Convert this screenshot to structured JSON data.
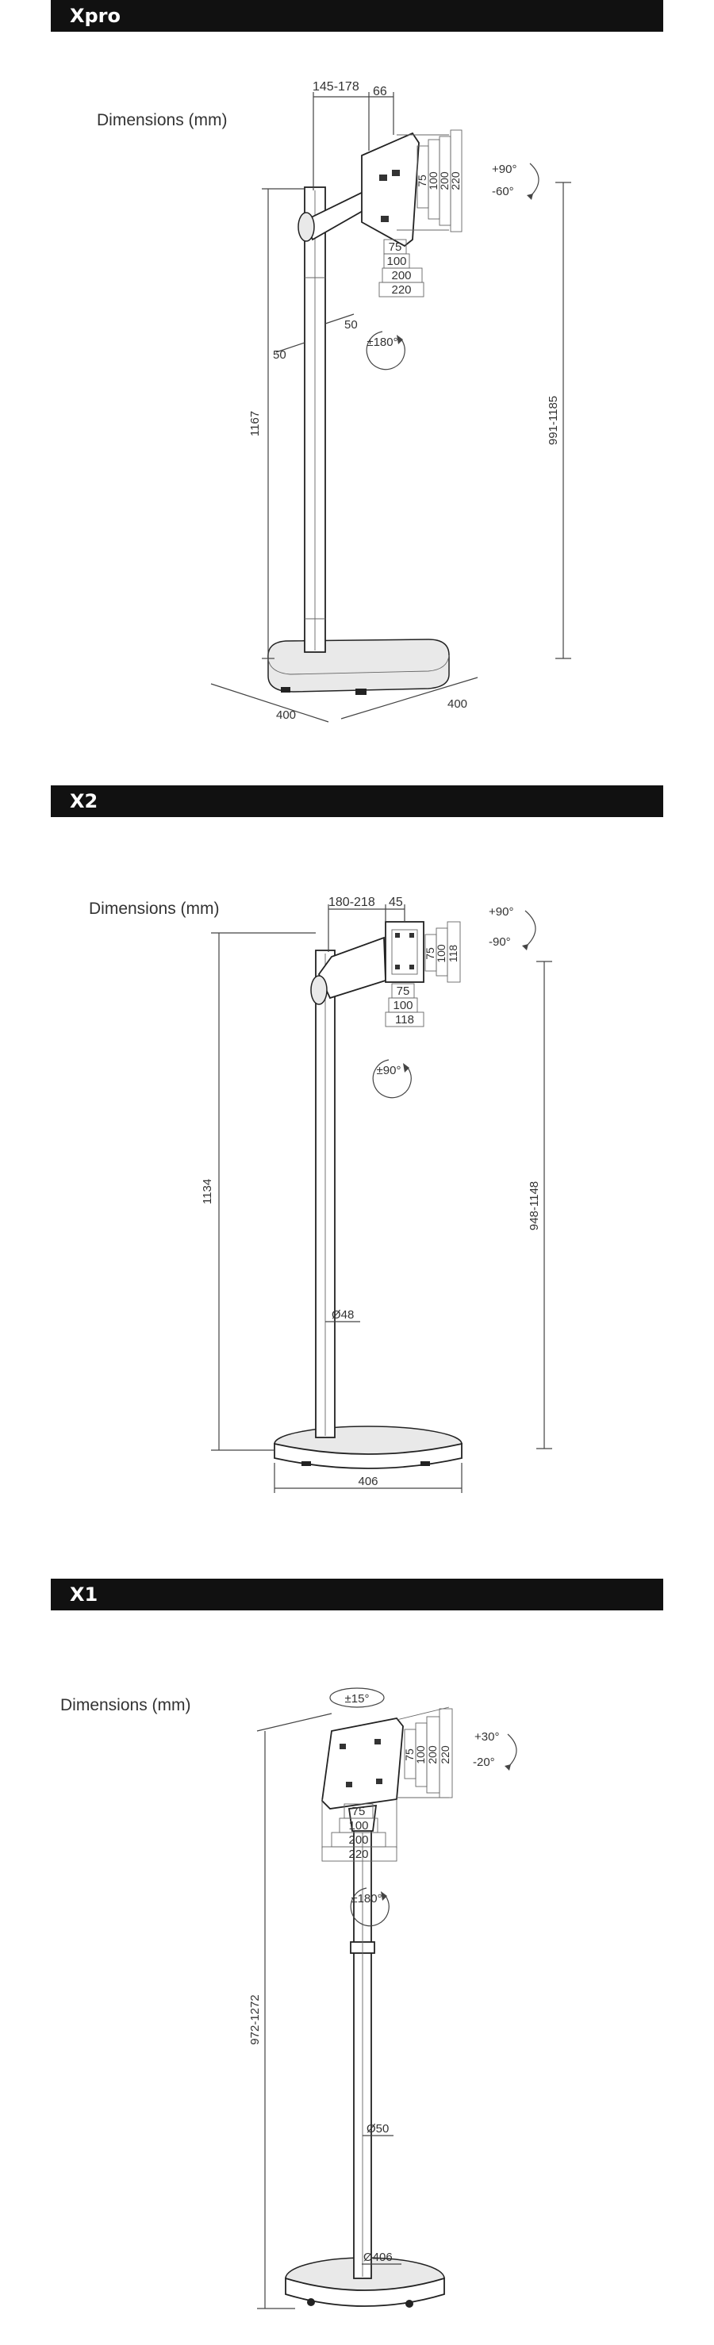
{
  "sections": [
    {
      "title": "Xpro",
      "dimensions_label": "Dimensions (mm)",
      "dims": {
        "arm_reach": "145-178",
        "head_depth": "66",
        "vesa": [
          "75",
          "100",
          "200",
          "220"
        ],
        "vesa_bottom": [
          "75",
          "100",
          "200",
          "220"
        ],
        "tilt_up": "+90°",
        "tilt_down": "-60°",
        "rotation": "±180°",
        "pole_width_a": "50",
        "pole_width_b": "50",
        "total_height": "1167",
        "height_range": "991-1185",
        "base_width": "400",
        "base_depth": "400"
      }
    },
    {
      "title": "X2",
      "dimensions_label": "Dimensions (mm)",
      "dims": {
        "arm_reach": "180-218",
        "head_depth": "45",
        "vesa": [
          "75",
          "100",
          "118"
        ],
        "vesa_bottom": [
          "75",
          "100",
          "118"
        ],
        "tilt_up": "+90°",
        "tilt_down": "-90°",
        "rotation": "±90°",
        "pole_diameter": "Ø48",
        "total_height": "1134",
        "height_range": "948-1148",
        "base_width": "406"
      }
    },
    {
      "title": "X1",
      "dimensions_label": "Dimensions (mm)",
      "dims": {
        "swivel": "±15°",
        "vesa": [
          "75",
          "100",
          "200",
          "220"
        ],
        "vesa_bottom": [
          "75",
          "100",
          "200",
          "220"
        ],
        "tilt_up": "+30°",
        "tilt_down": "-20°",
        "rotation": "±180°",
        "height_range": "972-1272",
        "pole_diameter": "Ø50",
        "base_diameter": "Ø406"
      }
    }
  ]
}
